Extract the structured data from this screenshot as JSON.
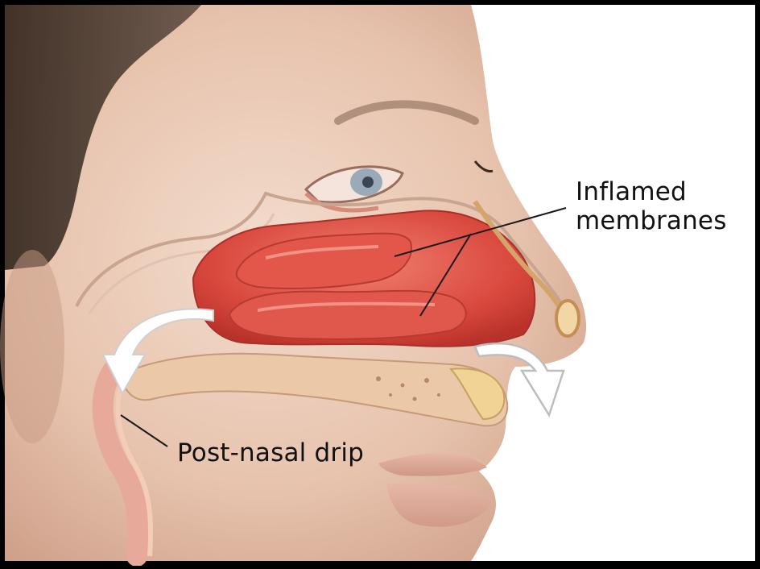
{
  "labels": {
    "inflamed_line1": "Inflamed",
    "inflamed_line2": "membranes",
    "post_nasal_drip": "Post-nasal drip"
  },
  "colors": {
    "frame": "#000000",
    "background": "#ffffff",
    "skin": "#e9c9b6",
    "skin_shadow": "#c99c86",
    "hair": "#4a3a2e",
    "membrane": "#d8443a",
    "membrane_light": "#ef8a7a",
    "tissue": "#f4cdb8",
    "bone": "#e8c98a",
    "label_text": "#111111",
    "leader_line": "#1a1a1a"
  },
  "icons": {
    "arrow_back": "curved-arrow-down-white",
    "arrow_front": "curved-arrow-down-outline"
  }
}
